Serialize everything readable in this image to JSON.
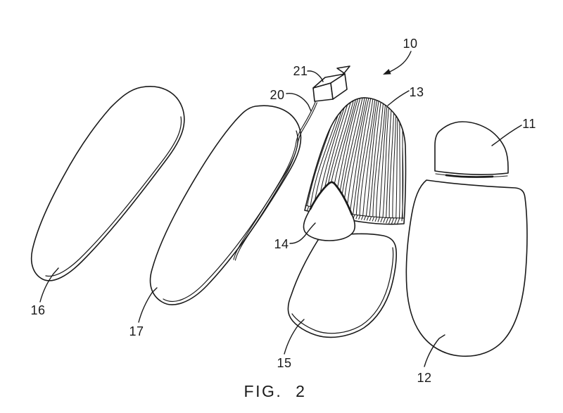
{
  "figure": {
    "caption": "FIG. 2"
  },
  "labels": {
    "n10": "10",
    "n11": "11",
    "n12": "12",
    "n13": "13",
    "n14": "14",
    "n15": "15",
    "n16": "16",
    "n17": "17",
    "n20": "20",
    "n21": "21"
  },
  "colors": {
    "line": "#1a1a1a",
    "background": "#ffffff"
  }
}
